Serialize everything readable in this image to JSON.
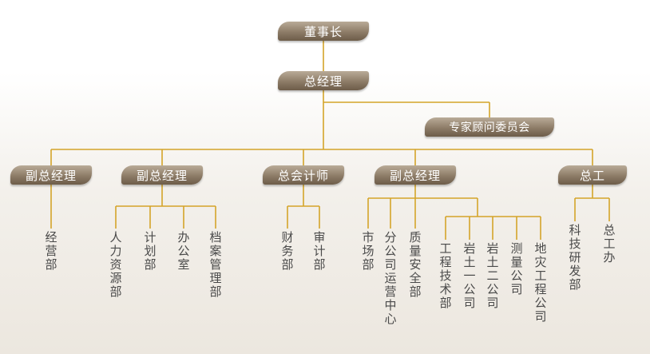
{
  "colors": {
    "connector": "#d4a429",
    "box": "#8d7c67",
    "leaf_text": "#4a4a4a"
  },
  "nodes": {
    "chairman": "董事长",
    "general_manager": "总经理",
    "expert_committee": "专家顾问委员会",
    "vgm_1": "副总经理",
    "vgm_2": "副总经理",
    "chief_accountant": "总会计师",
    "vgm_3": "副总经理",
    "chief_engineer": "总工"
  },
  "leaves": {
    "business_dept": "经营部",
    "hr_dept": "人力资源部",
    "planning_dept": "计划部",
    "office": "办公室",
    "archives_dept": "档案管理部",
    "finance_dept": "财务部",
    "audit_dept": "审计部",
    "market_dept": "市场部",
    "branch_ops_center": "分公司运营中心",
    "quality_safety_dept": "质量安全部",
    "engineering_tech_dept": "工程技术部",
    "geotech_company_1": "岩土一公司",
    "geotech_company_2": "岩土二公司",
    "survey_company": "测量公司",
    "geohazard_company": "地灾工程公司",
    "research_dept": "科技研发部",
    "chief_engineer_office": "总工办"
  }
}
